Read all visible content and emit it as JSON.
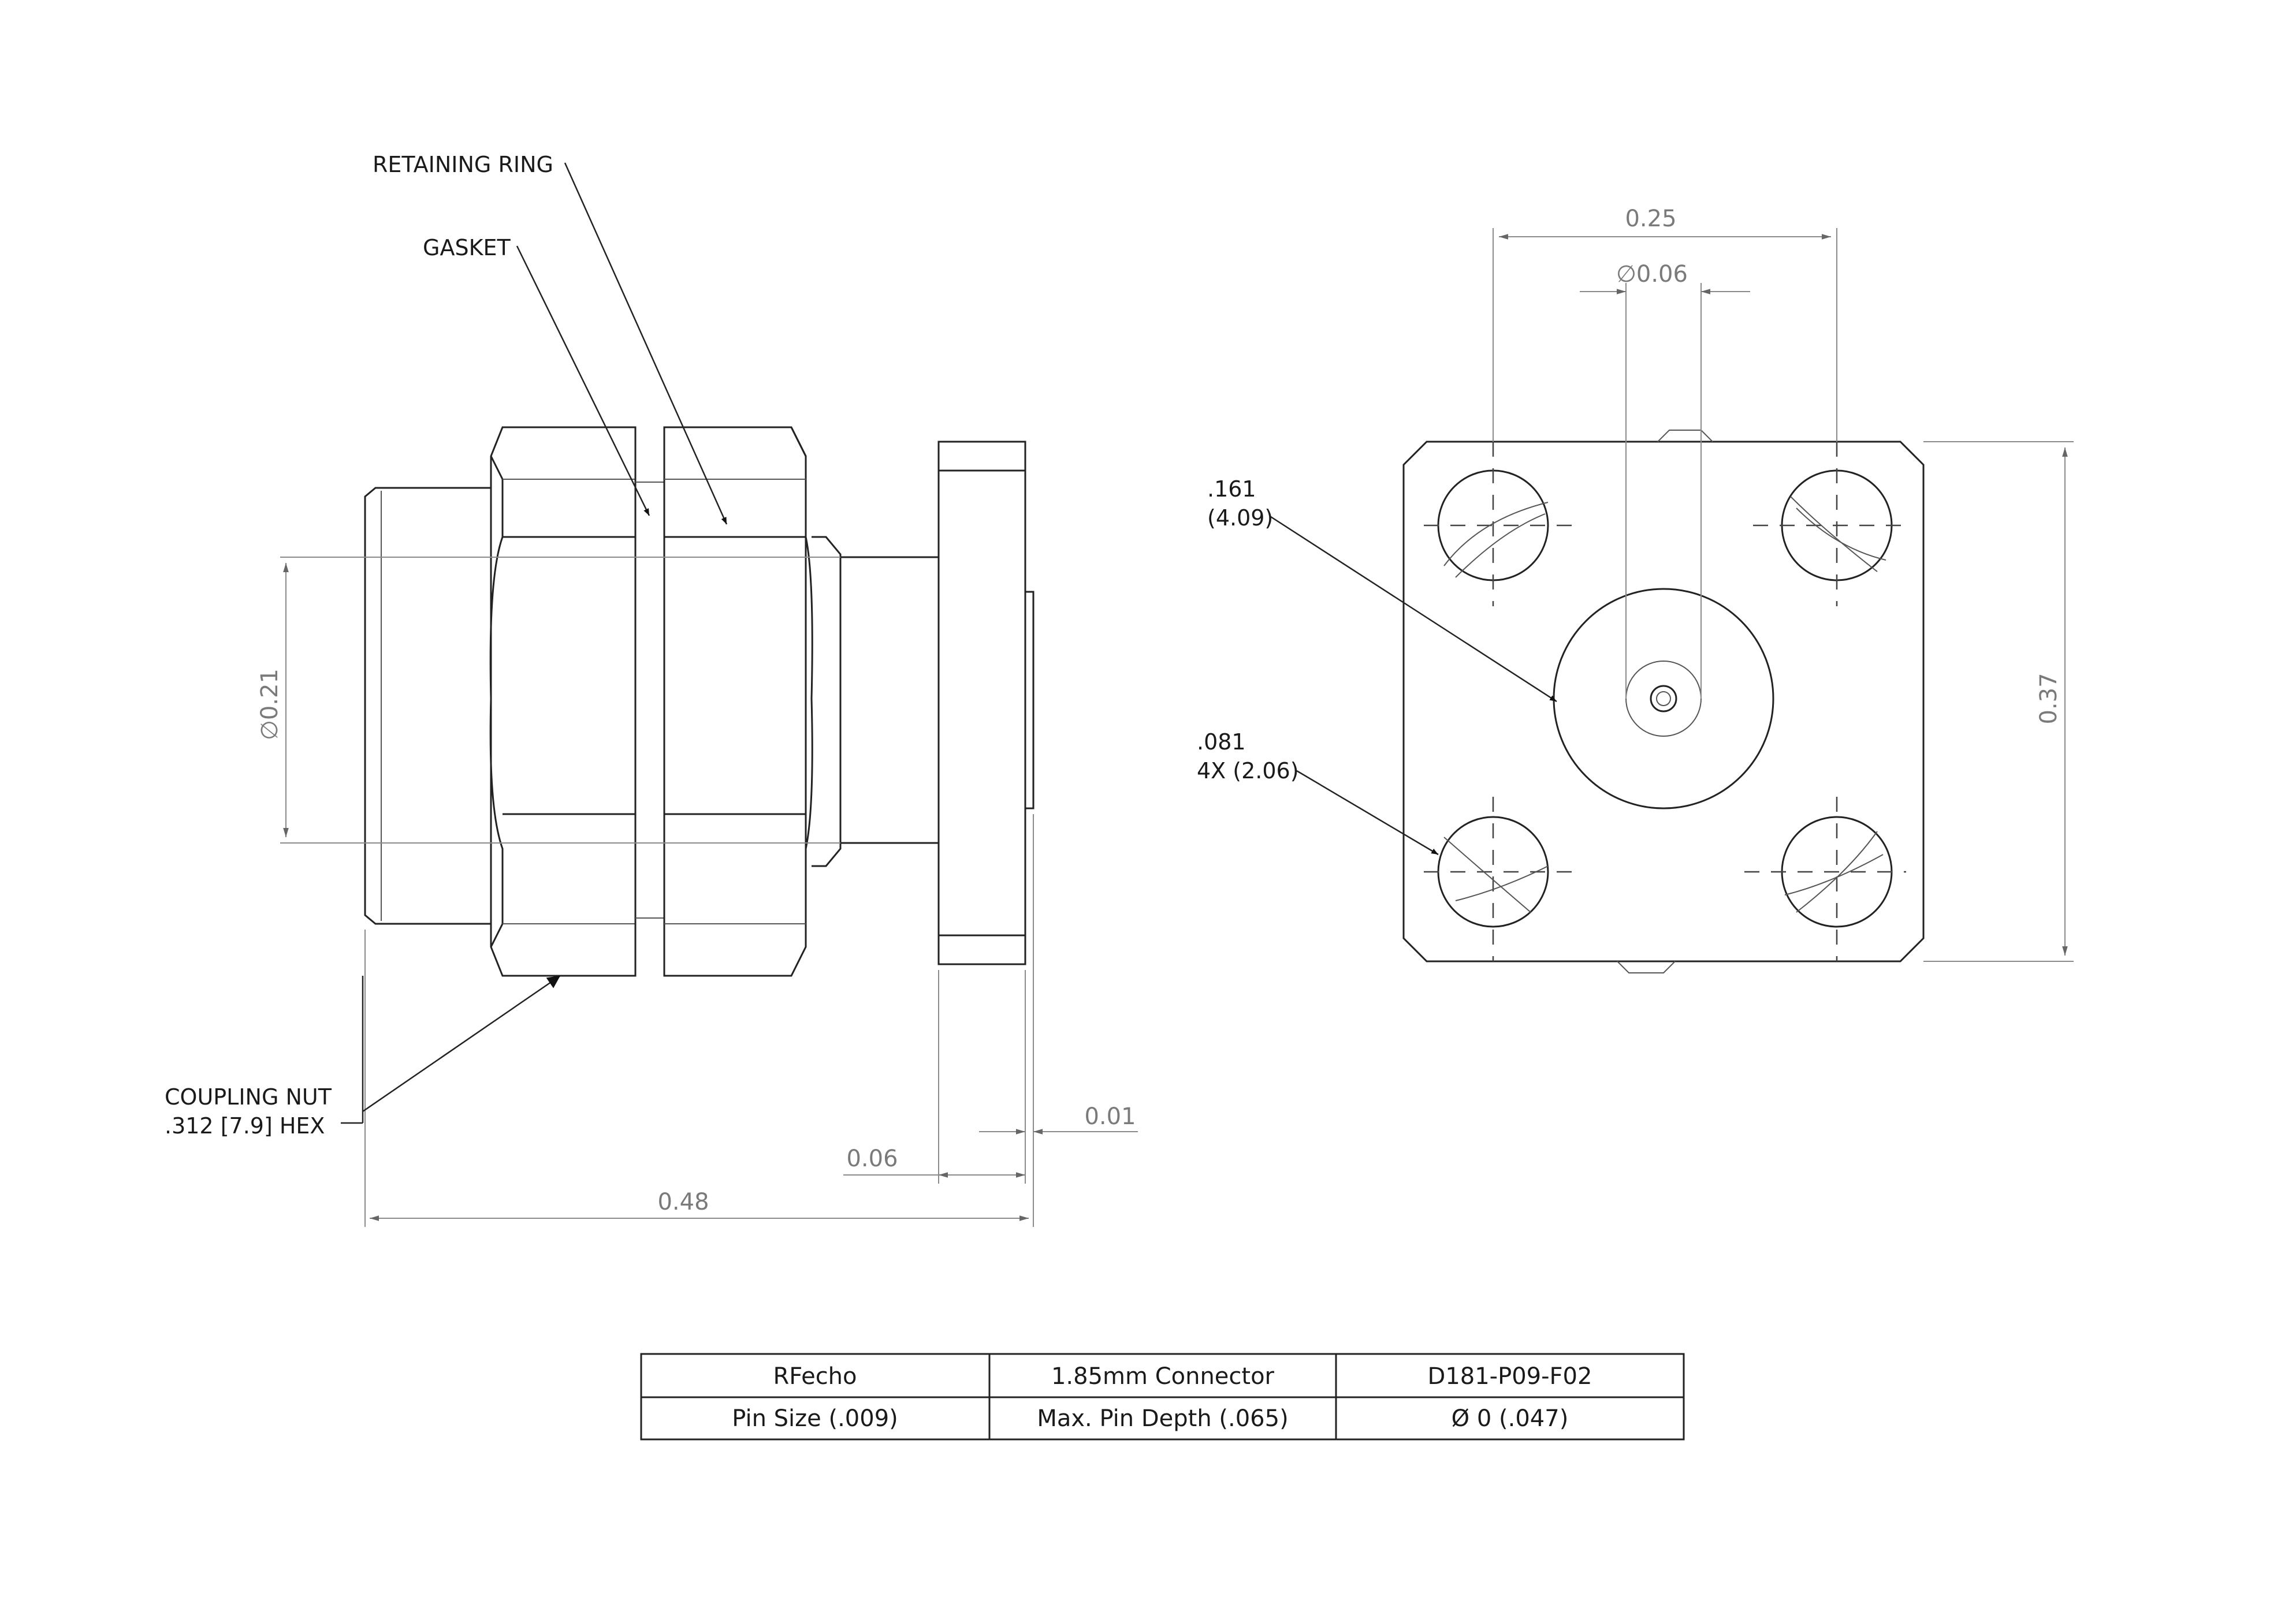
{
  "callouts": {
    "retaining_ring": "RETAINING RING",
    "gasket": "GASKET",
    "coupling_nut_line1": "COUPLING NUT",
    "coupling_nut_line2": ".312 [7.9] HEX"
  },
  "side_view": {
    "dim_diameter": "∅0.21",
    "dim_overall_length": "0.48",
    "dim_flange": "0.06",
    "dim_pin": "0.01"
  },
  "front_view": {
    "dim_hole_spacing": "0.25",
    "dim_pin_diameter": "∅0.06",
    "dim_flange_height": "0.37",
    "callout_center_line1": ".161",
    "callout_center_line2": "(4.09)",
    "callout_holes_line1": ".081",
    "callout_holes_line2": "4X (2.06)"
  },
  "title_block": {
    "rows": [
      [
        "RFecho",
        "1.85mm Connector",
        "D181-P09-F02"
      ],
      [
        "Pin Size (.009)",
        "Max. Pin Depth (.065)",
        "Ø 0 (.047)"
      ]
    ]
  }
}
